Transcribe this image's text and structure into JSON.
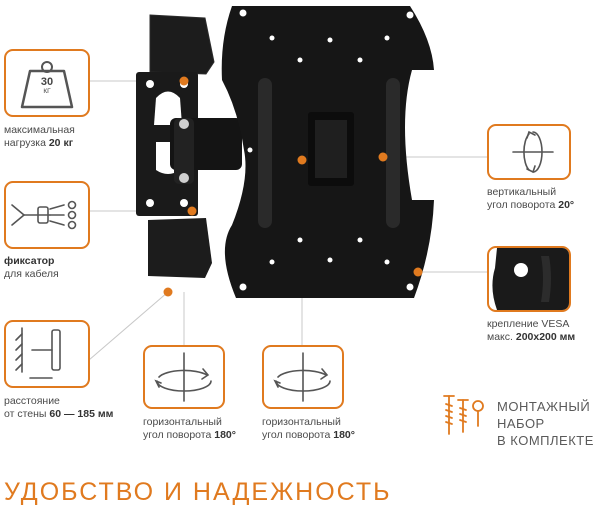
{
  "features": {
    "weight": {
      "badge": "30",
      "badge_unit": "КГ",
      "line1": "максимальная",
      "line2_prefix": "нагрузка ",
      "line2_value": "20 кг"
    },
    "cable": {
      "line1": "фиксатор",
      "line2": "для кабеля"
    },
    "distance": {
      "line1": "расстояние",
      "line2_prefix": "от стены ",
      "line2_value": "60 — 185 мм"
    },
    "horizontal_left": {
      "line1": "горизонтальный",
      "line2_prefix": "угол поворота ",
      "line2_value": "180°"
    },
    "horizontal_right": {
      "line1": "горизонтальный",
      "line2_prefix": "угол поворота ",
      "line2_value": "180°"
    },
    "vertical": {
      "line1": "вертикальный",
      "line2_prefix": "угол поворота ",
      "line2_value": "20°"
    },
    "vesa": {
      "line1": "крепление VESA",
      "line2_prefix": "макс. ",
      "line2_value": "200x200 мм"
    }
  },
  "kit": {
    "line1": "МОНТАЖНЫЙ",
    "line2": "НАБОР",
    "line3": "В КОМПЛЕКТЕ"
  },
  "headline": "УДОБСТВО И НАДЕЖНОСТЬ",
  "colors": {
    "accent": "#e07a1f",
    "text": "#4a4a4a",
    "product": "#1a1a1a"
  },
  "icons": [
    "weight-icon",
    "cable-clip-icon",
    "wall-distance-icon",
    "horizontal-rotation-icon",
    "vertical-rotation-icon",
    "vesa-hole-icon",
    "screws-icon"
  ]
}
